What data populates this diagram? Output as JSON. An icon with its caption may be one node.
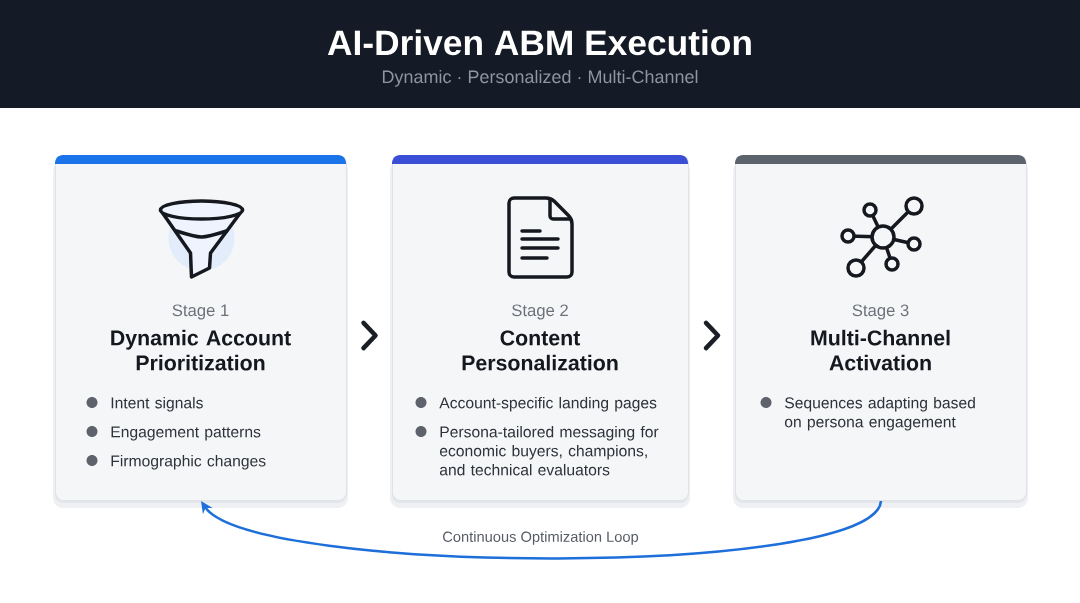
{
  "diagram": {
    "title": "AI-Driven ABM Execution",
    "nodes": [
      {
        "text": [
          "Stage 1",
          "Dynamic Account Prioritization",
          "Intent signals",
          "Engagement patterns",
          "Firmographic changes"
        ]
      },
      {
        "text": [
          "Stage 2",
          "Content Personalization",
          "Account-specific landing pages",
          "Persona-tailored messaging for economic buyers, champions, and technical evaluators"
        ]
      },
      {
        "text": [
          "Stage 3",
          "Multi-Channel Activation",
          "Sequences adapting based on persona engagement"
        ]
      }
    ],
    "edges": [
      {
        "from": 0,
        "to": 1,
        "arrow": "to"
      },
      {
        "from": 1,
        "to": 2,
        "arrow": "to"
      },
      {
        "from": 2,
        "to": 0,
        "arrow": "to",
        "label": "Continuous Optimization Loop",
        "color": "#1e6fd9"
      }
    ],
    "labels": [
      "Dynamic · Personalized · Multi-Channel"
    ]
  }
}
